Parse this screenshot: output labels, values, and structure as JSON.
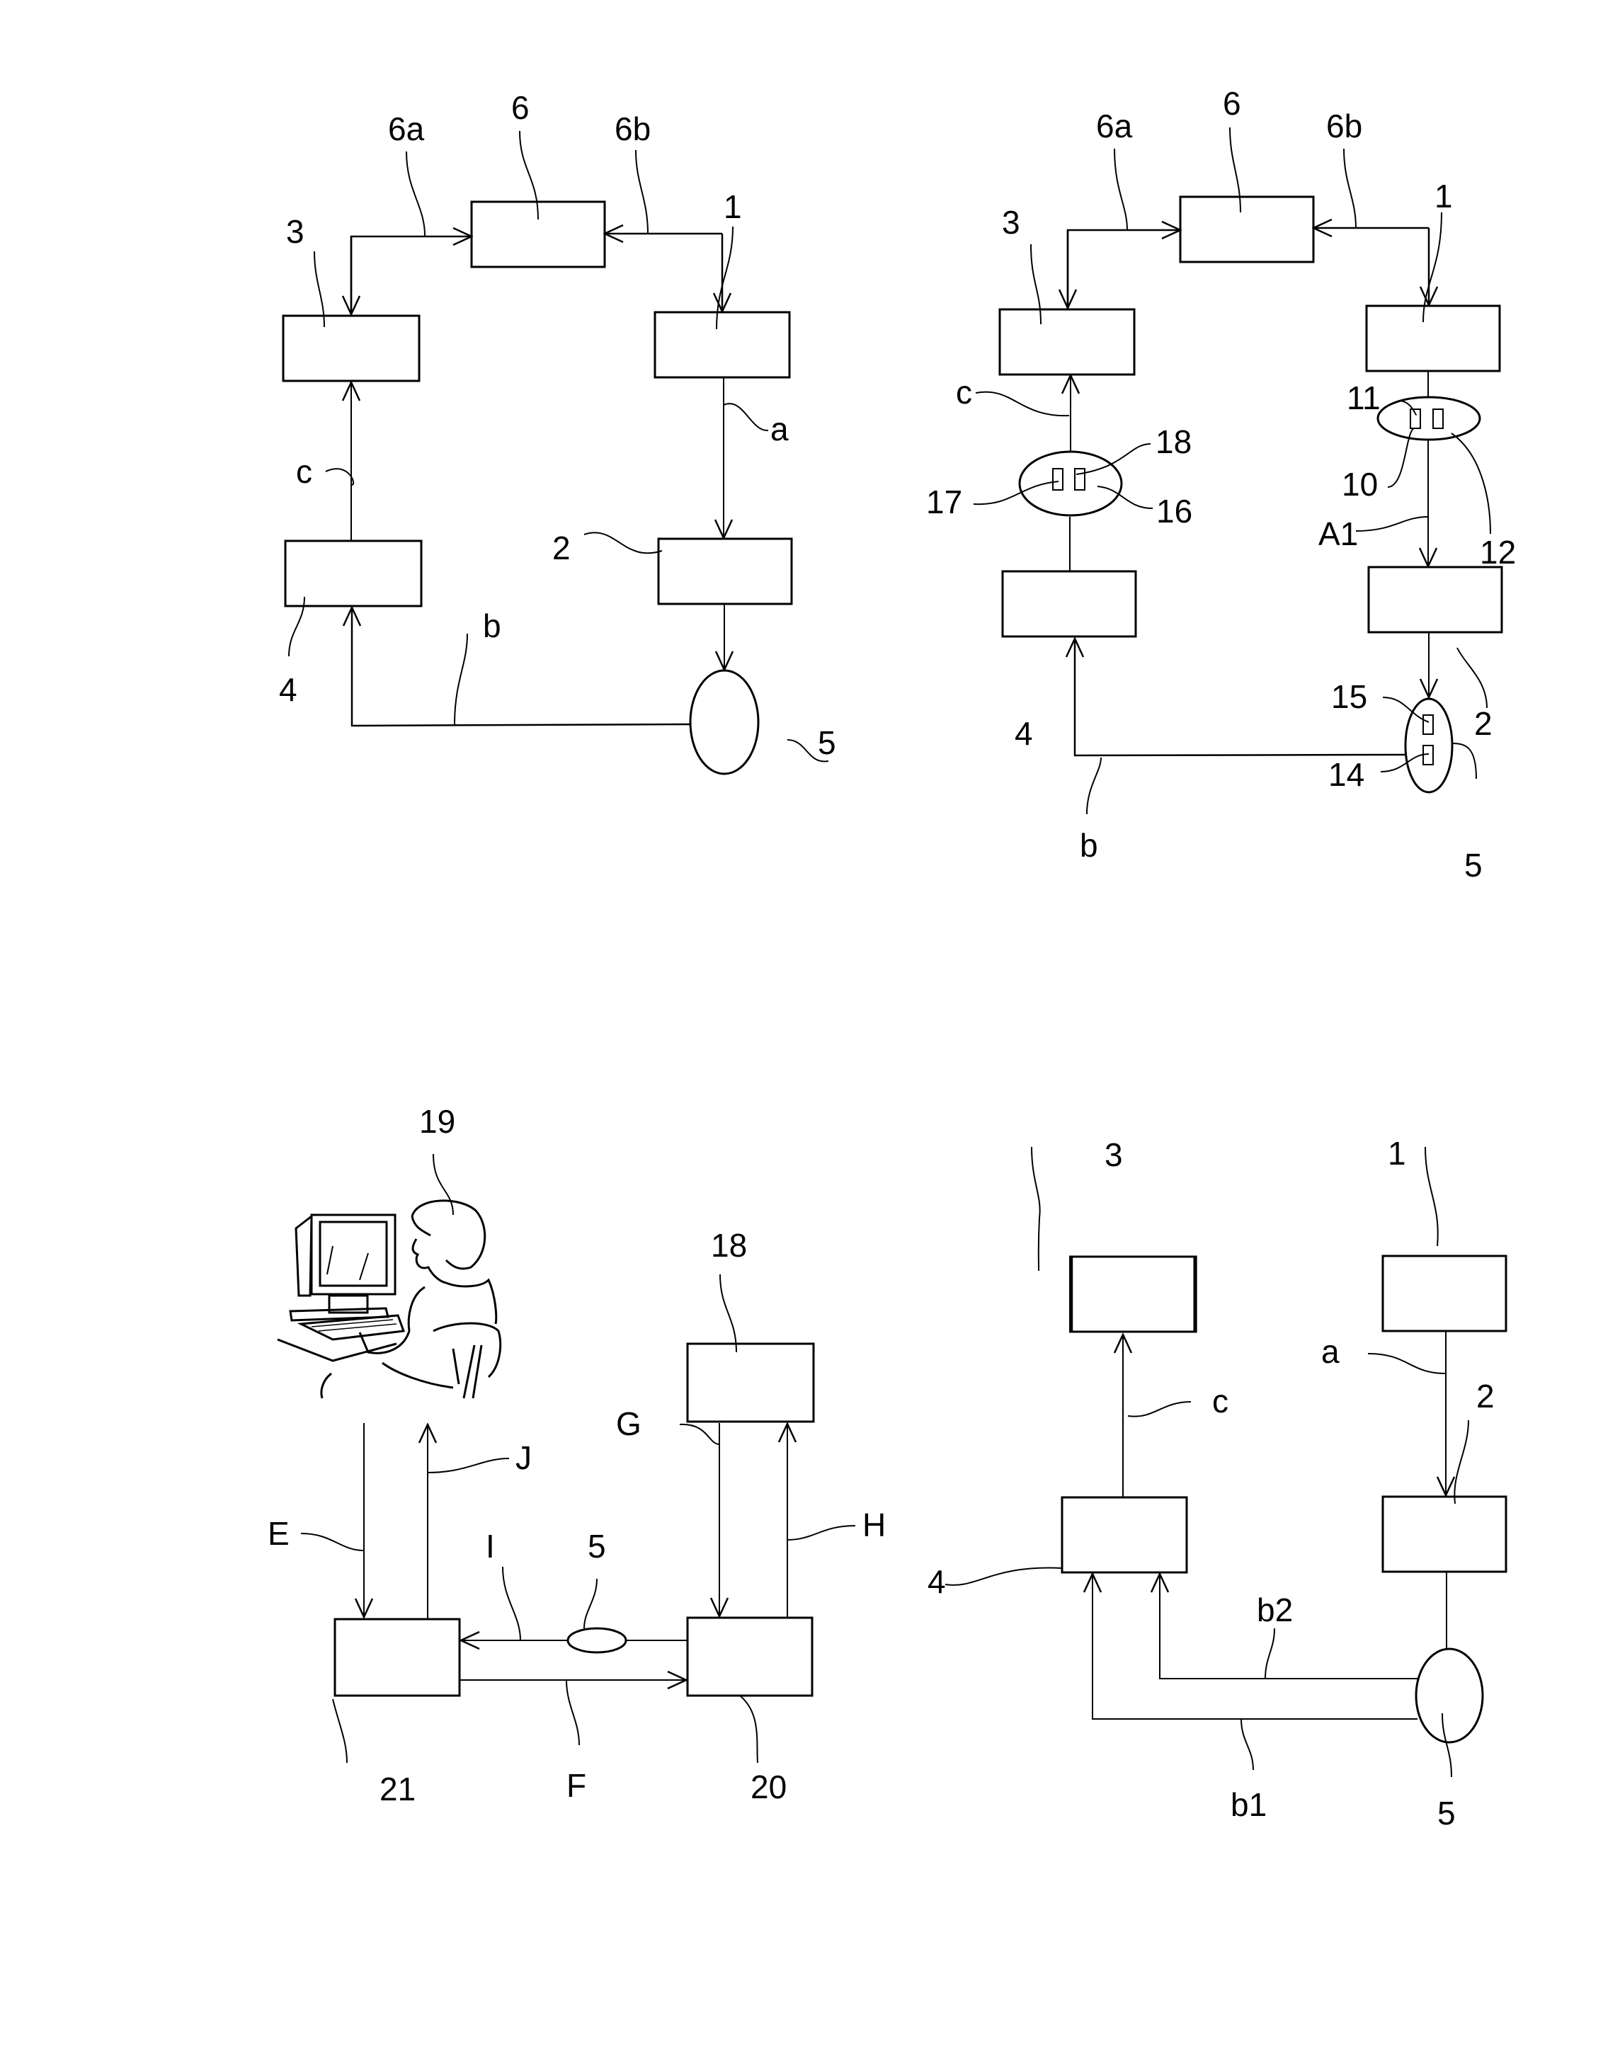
{
  "figures": [
    {
      "id": "fig-top-left",
      "labels": {
        "b6": "6",
        "b6a": "6a",
        "b6b": "6b",
        "b3": "3",
        "b1": "1",
        "a": "a",
        "c": "c",
        "b2": "2",
        "b4": "4",
        "b": "b",
        "b5": "5"
      }
    },
    {
      "id": "fig-top-right",
      "labels": {
        "b6": "6",
        "b6a": "6a",
        "b6b": "6b",
        "b3": "3",
        "b1": "1",
        "c": "c",
        "l18": "18",
        "l17": "17",
        "l16": "16",
        "l11": "11",
        "l10": "10",
        "l12": "12",
        "A1": "A1",
        "b4": "4",
        "b2": "2",
        "l15": "15",
        "l14": "14",
        "b": "b",
        "b5": "5"
      }
    },
    {
      "id": "fig-bottom-left",
      "labels": {
        "l19": "19",
        "l18": "18",
        "G": "G",
        "H": "H",
        "J": "J",
        "E": "E",
        "I": "I",
        "l5": "5",
        "l21": "21",
        "F": "F",
        "l20": "20"
      }
    },
    {
      "id": "fig-bottom-right",
      "labels": {
        "b3": "3",
        "b1": "1",
        "a": "a",
        "l2": "2",
        "c": "c",
        "b4": "4",
        "b2": "b2",
        "b1l": "b1",
        "l5": "5"
      }
    }
  ]
}
